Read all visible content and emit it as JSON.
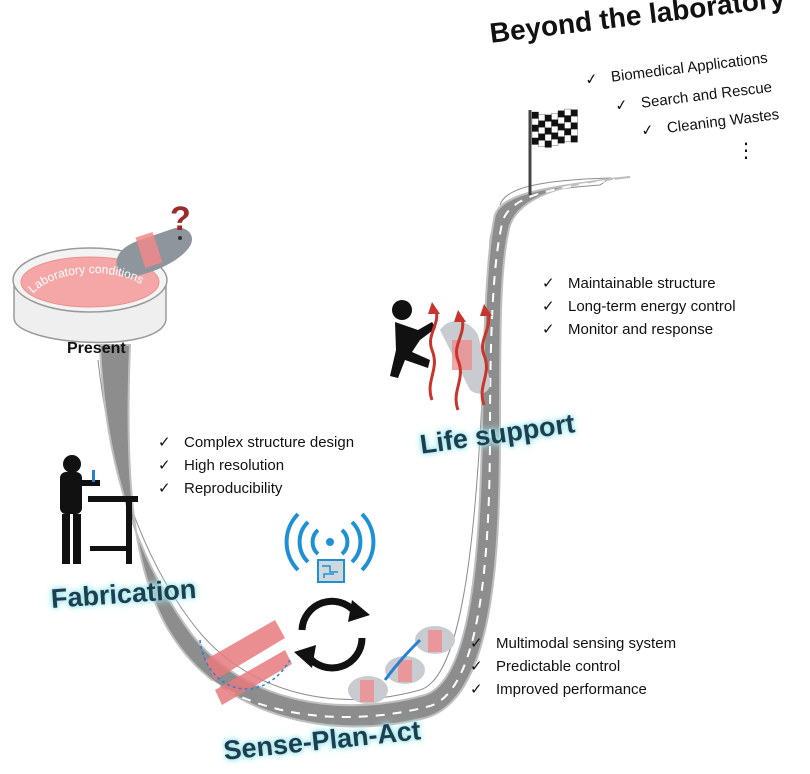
{
  "goal": {
    "title": "Beyond the laboratory",
    "items": [
      "Biomedical Applications",
      "Search and Rescue",
      "Cleaning Wastes"
    ],
    "more": "⋮"
  },
  "start": {
    "dish_label": "Laboratory conditions",
    "caption": "Present",
    "question": "?"
  },
  "stages": [
    {
      "title": "Fabrication",
      "items": [
        "Complex structure design",
        "High resolution",
        "Reproducibility"
      ]
    },
    {
      "title": "Sense-Plan-Act",
      "items": [
        "Multimodal sensing system",
        "Predictable control",
        "Improved performance"
      ]
    },
    {
      "title": "Life support",
      "items": [
        "Maintainable structure",
        "Long-term energy control",
        "Monitor and response"
      ]
    }
  ],
  "check_mark": "✓",
  "icons": [
    "checkered-flag-icon",
    "petri-dish-icon",
    "robot-fish-icon",
    "worker-icon",
    "wireless-signal-icon",
    "chip-icon",
    "cycle-arrows-icon",
    "falling-person-icon",
    "heat-wave-icon"
  ],
  "colors": {
    "road": "#8d8d8d",
    "road_edge": "#bfbfbf",
    "dish_fill": "#f4a7a6",
    "robot_pink": "#f08a8c",
    "glow": "#9ee6ea",
    "signal_blue": "#1e90d6",
    "heat_red": "#c8352e"
  }
}
